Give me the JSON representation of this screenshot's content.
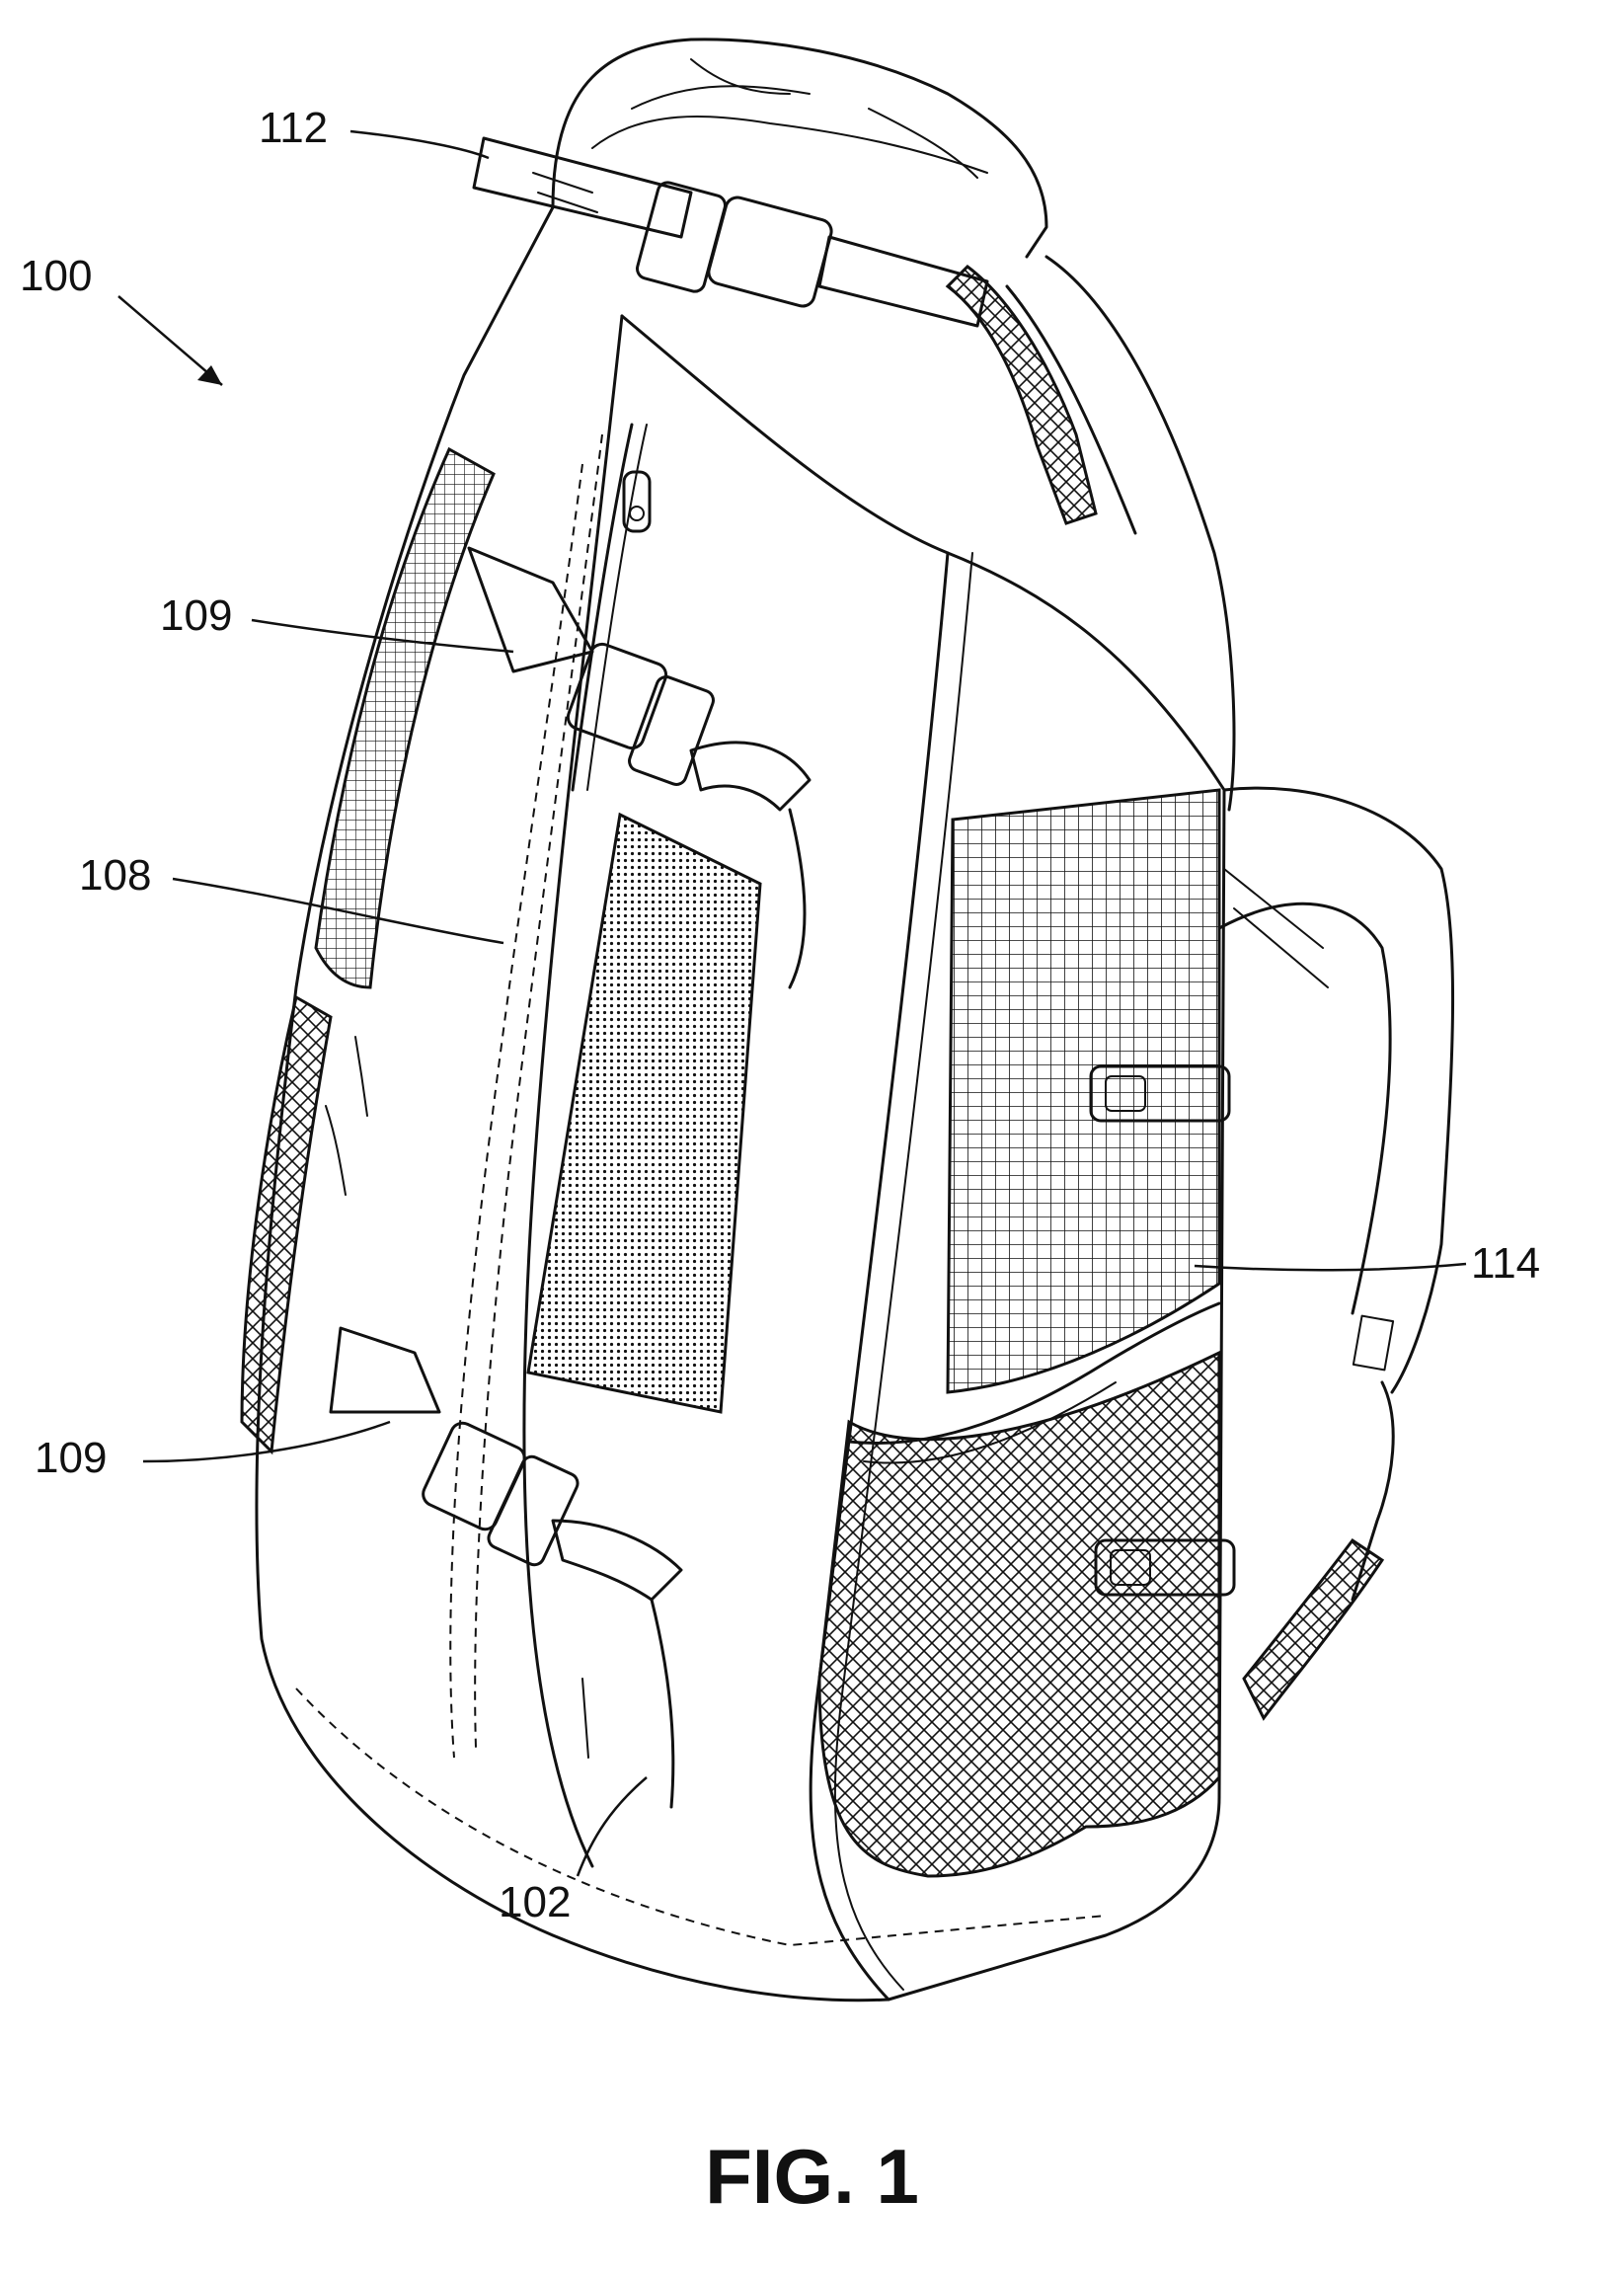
{
  "figure": {
    "caption": "FIG. 1"
  },
  "reference_numerals": {
    "assembly": "100",
    "strap_top": "112",
    "strap_upper": "109",
    "zipper": "108",
    "strap_lower": "109",
    "mesh_side": "114",
    "body": "102"
  }
}
